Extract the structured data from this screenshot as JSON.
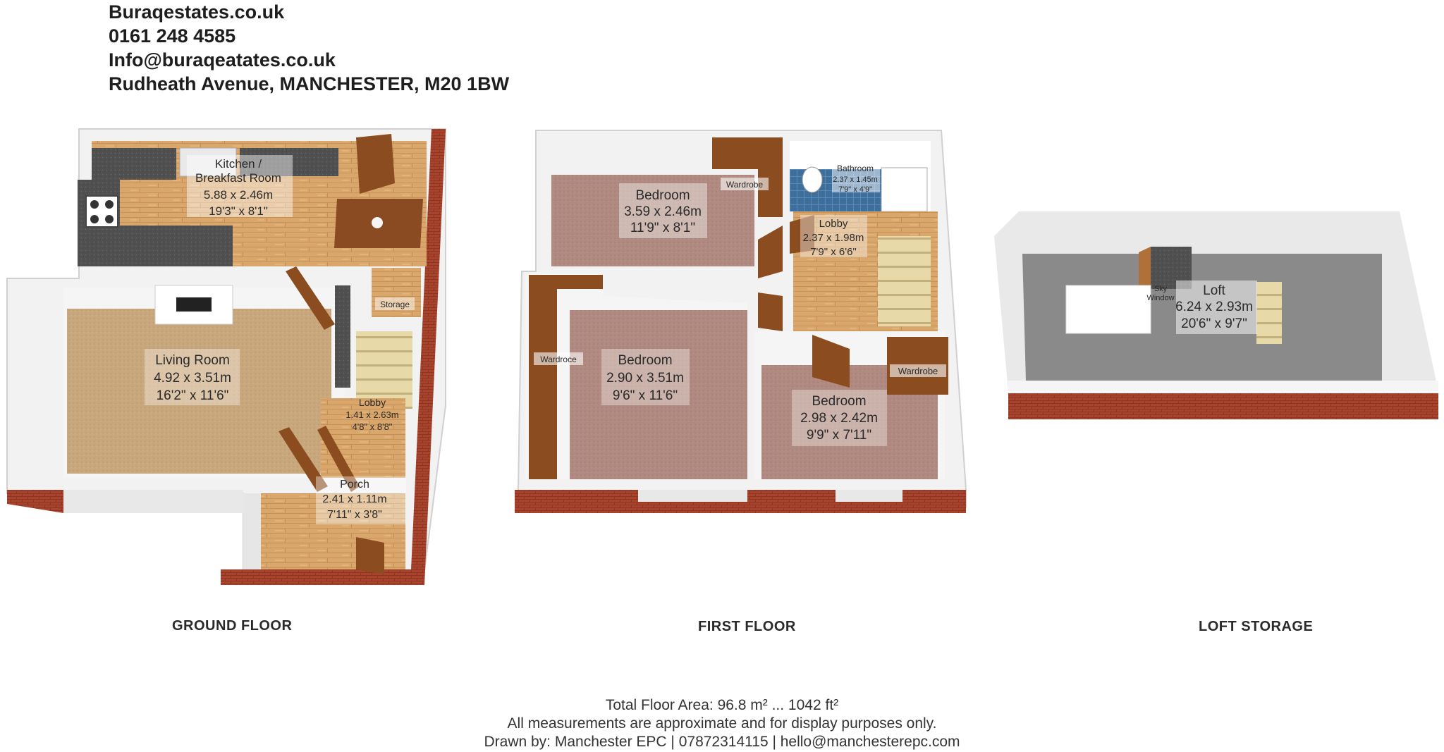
{
  "agent": {
    "website": "Buraqestates.co.uk",
    "phone": "0161 248 4585",
    "email": "Info@buraqeatates.co.uk",
    "address": "Rudheath Avenue, MANCHESTER, M20 1BW"
  },
  "floors": {
    "ground": {
      "label": "GROUND FLOOR",
      "rooms": [
        {
          "name_line1": "Kitchen /",
          "name_line2": "Breakfast Room",
          "metric": "5.88 x 2.46m",
          "imperial": "19'3\" x 8'1\""
        },
        {
          "name": "Living Room",
          "metric": "4.92 x 3.51m",
          "imperial": "16'2\" x 11'6\""
        },
        {
          "name": "Lobby",
          "metric": "1.41 x 2.63m",
          "imperial": "4'8\" x 8'8\""
        },
        {
          "name": "Porch",
          "metric": "2.41 x 1.11m",
          "imperial": "7'11\" x 3'8\""
        },
        {
          "name": "Storage"
        }
      ]
    },
    "first": {
      "label": "FIRST FLOOR",
      "rooms": [
        {
          "name": "Bedroom",
          "metric": "3.59 x 2.46m",
          "imperial": "11'9\" x 8'1\""
        },
        {
          "name": "Bathroom",
          "metric": "2.37 x 1.45m",
          "imperial": "7'9\" x 4'9\""
        },
        {
          "name": "Lobby",
          "metric": "2.37 x 1.98m",
          "imperial": "7'9\" x 6'6\""
        },
        {
          "name": "Bedroom",
          "metric": "2.90 x 3.51m",
          "imperial": "9'6\" x 11'6\""
        },
        {
          "name": "Bedroom",
          "metric": "2.98 x 2.42m",
          "imperial": "9'9\" x 7'11\""
        },
        {
          "name": "Wardrobe"
        },
        {
          "name": "Wardroce"
        },
        {
          "name": "Wardrobe"
        }
      ]
    },
    "loft": {
      "label": "LOFT STORAGE",
      "rooms": [
        {
          "name": "Loft",
          "metric": "6.24 x 2.93m",
          "imperial": "20'6\" x 9'7\""
        },
        {
          "name_line1": "Sky",
          "name_line2": "Window"
        }
      ]
    }
  },
  "footer": {
    "total_area": "Total Floor Area: 96.8 m² ... 1042 ft²",
    "disclaimer": "All measurements are approximate and for display purposes only.",
    "credit": "Drawn by: Manchester EPC | 07872314115 | hello@manchesterepc.com"
  },
  "colors": {
    "wood_floor": "#d9a66b",
    "carpet_living": "#c9a77c",
    "carpet_bedroom": "#b08a80",
    "brick": "#a8442e",
    "wall": "#f2f2f2",
    "worktop": "#505050",
    "loft_floor": "#8a8a8a"
  }
}
